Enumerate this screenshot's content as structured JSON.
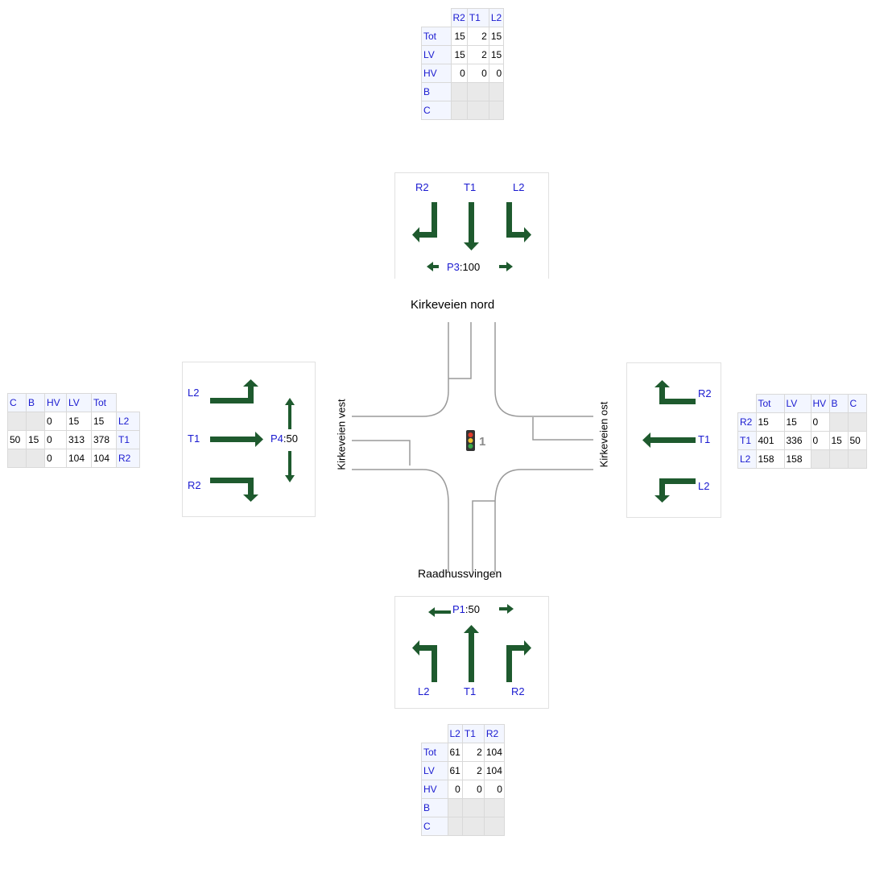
{
  "colors": {
    "arrow": "#1e5a2e",
    "label": "#1a1ad0",
    "gray": "#e9e9e9"
  },
  "roads": {
    "north": "Kirkeveien nord",
    "south": "Raadhussvingen",
    "west": "Kirkeveien vest",
    "east": "Kirkeveien ost"
  },
  "signal": {
    "id": "1",
    "icon": "traffic-light-icon"
  },
  "north": {
    "lanes": [
      "R2",
      "T1",
      "L2"
    ],
    "phase_label": "P3",
    "phase_value": "100",
    "table": {
      "cols": [
        "R2",
        "T1",
        "L2"
      ],
      "rows": [
        {
          "h": "Tot",
          "v": [
            "15",
            "2",
            "15"
          ]
        },
        {
          "h": "LV",
          "v": [
            "15",
            "2",
            "15"
          ]
        },
        {
          "h": "HV",
          "v": [
            "0",
            "0",
            "0"
          ]
        },
        {
          "h": "B",
          "v": [
            "",
            "",
            ""
          ]
        },
        {
          "h": "C",
          "v": [
            "",
            "",
            ""
          ]
        }
      ]
    }
  },
  "south": {
    "lanes": [
      "L2",
      "T1",
      "R2"
    ],
    "phase_label": "P1",
    "phase_value": "50",
    "table": {
      "cols": [
        "L2",
        "T1",
        "R2"
      ],
      "rows": [
        {
          "h": "Tot",
          "v": [
            "61",
            "2",
            "104"
          ]
        },
        {
          "h": "LV",
          "v": [
            "61",
            "2",
            "104"
          ]
        },
        {
          "h": "HV",
          "v": [
            "0",
            "0",
            "0"
          ]
        },
        {
          "h": "B",
          "v": [
            "",
            "",
            ""
          ]
        },
        {
          "h": "C",
          "v": [
            "",
            "",
            ""
          ]
        }
      ]
    }
  },
  "west": {
    "lanes": [
      "L2",
      "T1",
      "R2"
    ],
    "phase_label": "P4",
    "phase_value": "50",
    "table": {
      "cols": [
        "C",
        "B",
        "HV",
        "LV",
        "Tot"
      ],
      "rows": [
        {
          "h": "L2",
          "v": [
            "",
            "",
            "0",
            "15",
            "15"
          ]
        },
        {
          "h": "T1",
          "v": [
            "50",
            "15",
            "0",
            "313",
            "378"
          ]
        },
        {
          "h": "R2",
          "v": [
            "",
            "",
            "0",
            "104",
            "104"
          ]
        }
      ]
    }
  },
  "east": {
    "lanes": [
      "R2",
      "T1",
      "L2"
    ],
    "table": {
      "cols": [
        "Tot",
        "LV",
        "HV",
        "B",
        "C"
      ],
      "rows": [
        {
          "h": "R2",
          "v": [
            "15",
            "15",
            "0",
            "",
            ""
          ]
        },
        {
          "h": "T1",
          "v": [
            "401",
            "336",
            "0",
            "15",
            "50"
          ]
        },
        {
          "h": "L2",
          "v": [
            "158",
            "158",
            "",
            "",
            ""
          ]
        }
      ]
    }
  }
}
